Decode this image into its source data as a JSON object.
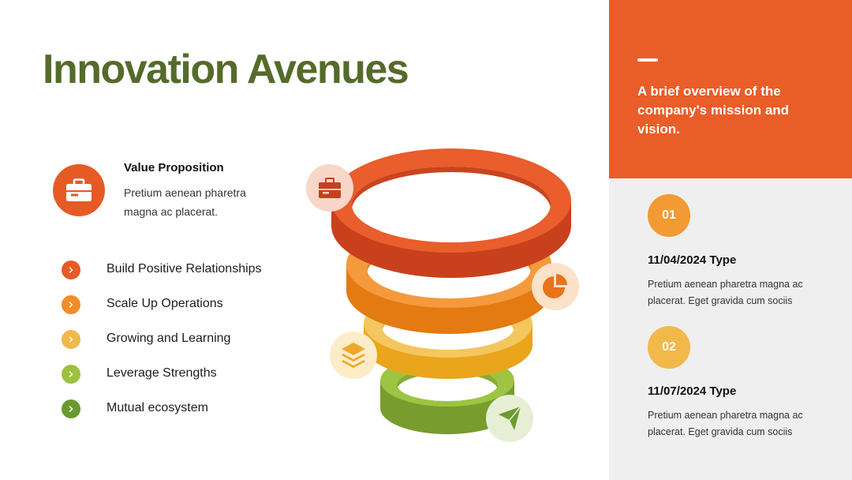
{
  "slide": {
    "title": "Innovation Avenues"
  },
  "value_proposition": {
    "icon": "briefcase-icon",
    "title": "Value Proposition",
    "body": "Pretium aenean pharetra magna ac placerat."
  },
  "bullets": [
    {
      "label": "Build Positive Relationships",
      "color": "#e65a26",
      "icon": "chevron-right-icon"
    },
    {
      "label": "Scale Up Operations",
      "color": "#f28c2a",
      "icon": "chevron-right-icon"
    },
    {
      "label": "Growing and Learning",
      "color": "#f1b84a",
      "icon": "chevron-right-icon"
    },
    {
      "label": "Leverage Strengths",
      "color": "#9bc23c",
      "icon": "chevron-right-icon"
    },
    {
      "label": "Mutual ecosystem",
      "color": "#6a9a2e",
      "icon": "chevron-right-icon"
    }
  ],
  "funnel": {
    "rings": [
      {
        "level": 1,
        "color": "#e8582a"
      },
      {
        "level": 2,
        "color": "#f08a23"
      },
      {
        "level": 3,
        "color": "#f2b43a"
      },
      {
        "level": 4,
        "color": "#8fb63d"
      }
    ],
    "icons": [
      "briefcase-icon",
      "pie-chart-icon",
      "layers-icon",
      "send-icon"
    ]
  },
  "overview_panel": {
    "text": "A brief overview of the company's mission and vision.",
    "accent": "#e95d28"
  },
  "steps": [
    {
      "number": "01",
      "title": "11/04/2024 Type",
      "body": "Pretium aenean pharetra magna ac placerat. Eget gravida cum sociis",
      "color": "#f29a34"
    },
    {
      "number": "02",
      "title": "11/07/2024 Type",
      "body": "Pretium aenean pharetra magna ac placerat. Eget gravida cum sociis",
      "color": "#f2b84a"
    }
  ],
  "colors": {
    "title_green": "#546b2a",
    "orange": "#e95d28",
    "panel_gray": "#efefef"
  }
}
